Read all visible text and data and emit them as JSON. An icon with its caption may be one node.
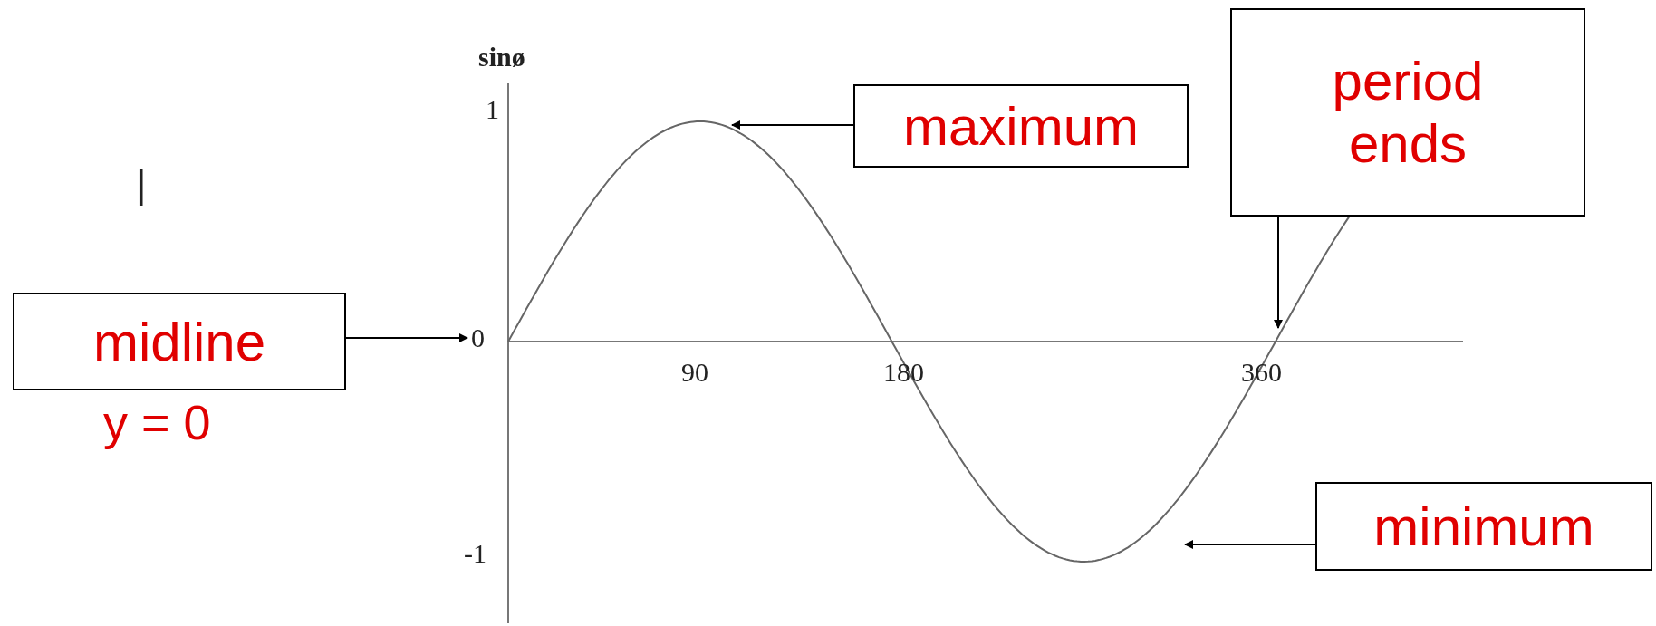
{
  "diagram": {
    "nodes": [
      {
        "text": [
          "midline"
        ],
        "beside": [
          "y = 0"
        ]
      },
      {
        "text": [
          "0"
        ]
      },
      {
        "text": [
          "maximum"
        ]
      },
      {
        "text": [
          "period ends"
        ]
      },
      {
        "text": [
          "minimum"
        ]
      }
    ],
    "edges": [
      {
        "from": 0,
        "to": 1,
        "arrow": "to"
      },
      {
        "from": 2,
        "to": null,
        "arrow": "to"
      },
      {
        "from": 3,
        "to": null,
        "arrow": "to"
      },
      {
        "from": 4,
        "to": null,
        "arrow": "to"
      }
    ],
    "labels": [
      "sinø",
      "1",
      "|",
      "90",
      "180",
      "360",
      "-1"
    ]
  }
}
